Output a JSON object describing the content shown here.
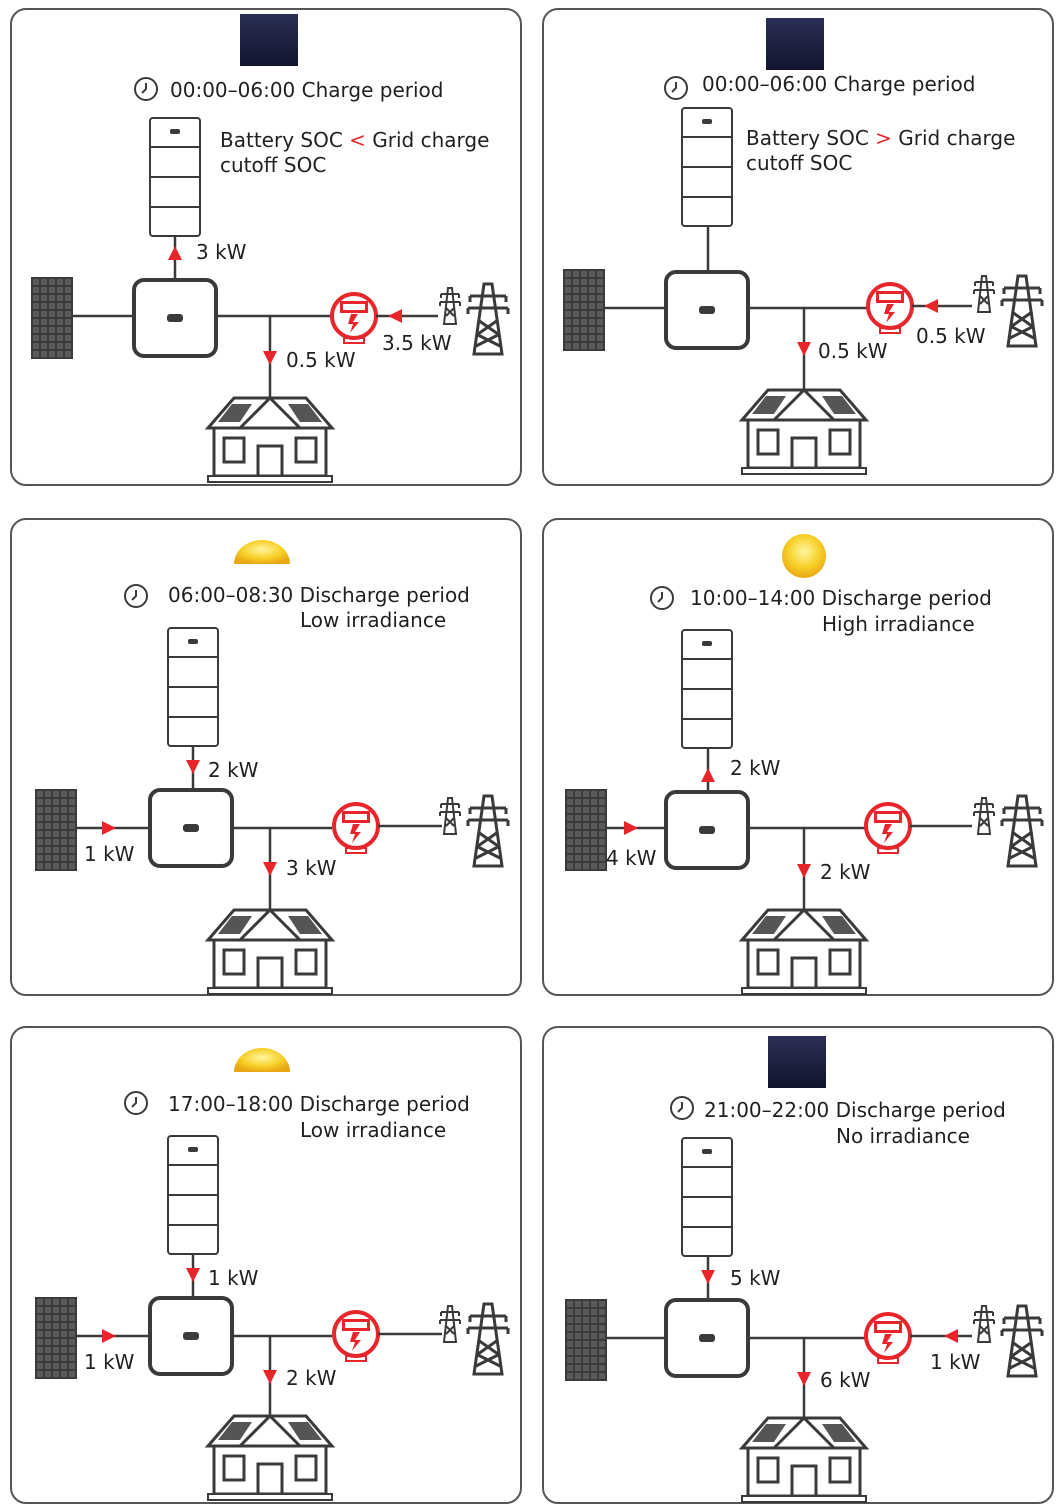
{
  "panels": [
    {
      "sky": "moon-icon",
      "title": "00:00–06:00 Charge period",
      "subtitle": "",
      "note_pre": "Battery SOC ",
      "note_op": "<",
      "note_post": " Grid charge",
      "note_line2": "cutoff SOC",
      "battery_flow": "3 kW",
      "pv_flow": "",
      "load_flow": "0.5 kW",
      "grid_flow": "3.5 kW"
    },
    {
      "sky": "moon-icon",
      "title": "00:00–06:00 Charge period",
      "subtitle": "",
      "note_pre": "Battery SOC ",
      "note_op": ">",
      "note_post": " Grid charge",
      "note_line2": "cutoff SOC",
      "battery_flow": "",
      "pv_flow": "",
      "load_flow": "0.5 kW",
      "grid_flow": "0.5 kW"
    },
    {
      "sky": "low-sun-icon",
      "title": "06:00–08:30 Discharge period",
      "subtitle": "Low irradiance",
      "battery_flow": "2 kW",
      "pv_flow": "1 kW",
      "load_flow": "3 kW",
      "grid_flow": ""
    },
    {
      "sky": "sun-icon",
      "title": "10:00–14:00 Discharge period",
      "subtitle": "High irradiance",
      "battery_flow": "2 kW",
      "pv_flow": "4 kW",
      "load_flow": "2 kW",
      "grid_flow": ""
    },
    {
      "sky": "low-sun-icon",
      "title": "17:00–18:00 Discharge period",
      "subtitle": "Low irradiance",
      "battery_flow": "1 kW",
      "pv_flow": "1 kW",
      "load_flow": "2 kW",
      "grid_flow": ""
    },
    {
      "sky": "moon-icon",
      "title": "21:00–22:00 Discharge period",
      "subtitle": "No irradiance",
      "battery_flow": "5 kW",
      "pv_flow": "",
      "load_flow": "6 kW",
      "grid_flow": "1 kW"
    }
  ],
  "colors": {
    "arrow": "#e8252a",
    "line": "#3a3a3a",
    "panel_border": "#555555",
    "pv": "#3c3c3c"
  }
}
